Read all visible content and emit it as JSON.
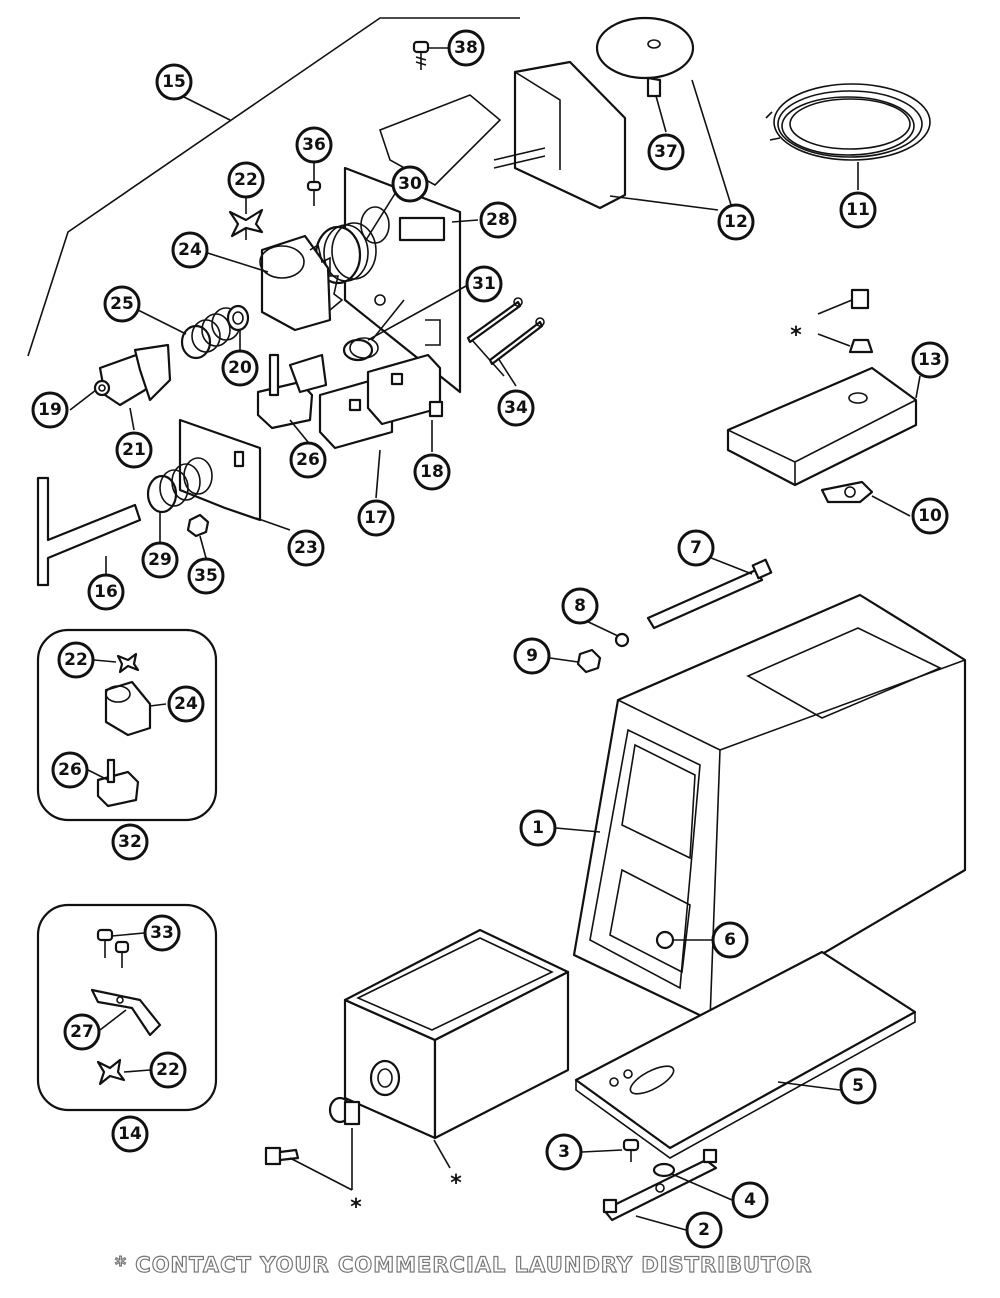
{
  "diagram": {
    "callouts": [
      "1",
      "2",
      "3",
      "4",
      "5",
      "6",
      "7",
      "8",
      "9",
      "10",
      "11",
      "12",
      "13",
      "14",
      "15",
      "16",
      "17",
      "18",
      "19",
      "20",
      "21",
      "22",
      "23",
      "24",
      "25",
      "26",
      "27",
      "28",
      "29",
      "30",
      "31",
      "32",
      "33",
      "34",
      "35",
      "36",
      "37",
      "38"
    ],
    "kit_32_callouts": [
      "22",
      "24",
      "26",
      "32"
    ],
    "kit_14_callouts": [
      "33",
      "27",
      "22",
      "14"
    ],
    "asterisk": "*",
    "footer_note": "* CONTACT YOUR COMMERCIAL LAUNDRY DISTRIBUTOR"
  }
}
